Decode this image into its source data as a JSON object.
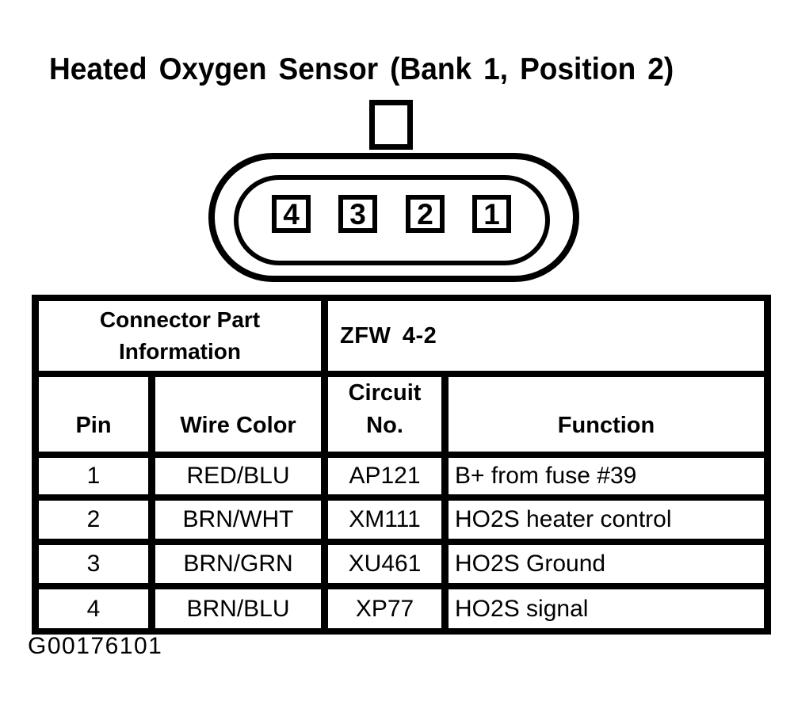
{
  "title": "Heated Oxygen Sensor (Bank 1, Position 2)",
  "colors": {
    "ink": "#000000",
    "paper": "#ffffff"
  },
  "connector": {
    "description": "4-pin oval connector, face view with locking tab on top",
    "pins": [
      "4",
      "3",
      "2",
      "1"
    ]
  },
  "table": {
    "part_info_label": "Connector Part Information",
    "part_number": "ZFW 4-2",
    "columns": [
      "Pin",
      "Wire Color",
      "Circuit\nNo.",
      "Function"
    ],
    "rows": [
      [
        "1",
        "RED/BLU",
        "AP121",
        "B+ from fuse #39"
      ],
      [
        "2",
        "BRN/WHT",
        "XM111",
        "HO2S heater control"
      ],
      [
        "3",
        "BRN/GRN",
        "XU461",
        "HO2S Ground"
      ],
      [
        "4",
        "BRN/BLU",
        "XP77",
        "HO2S signal"
      ]
    ]
  },
  "figure_id": "G00176101"
}
